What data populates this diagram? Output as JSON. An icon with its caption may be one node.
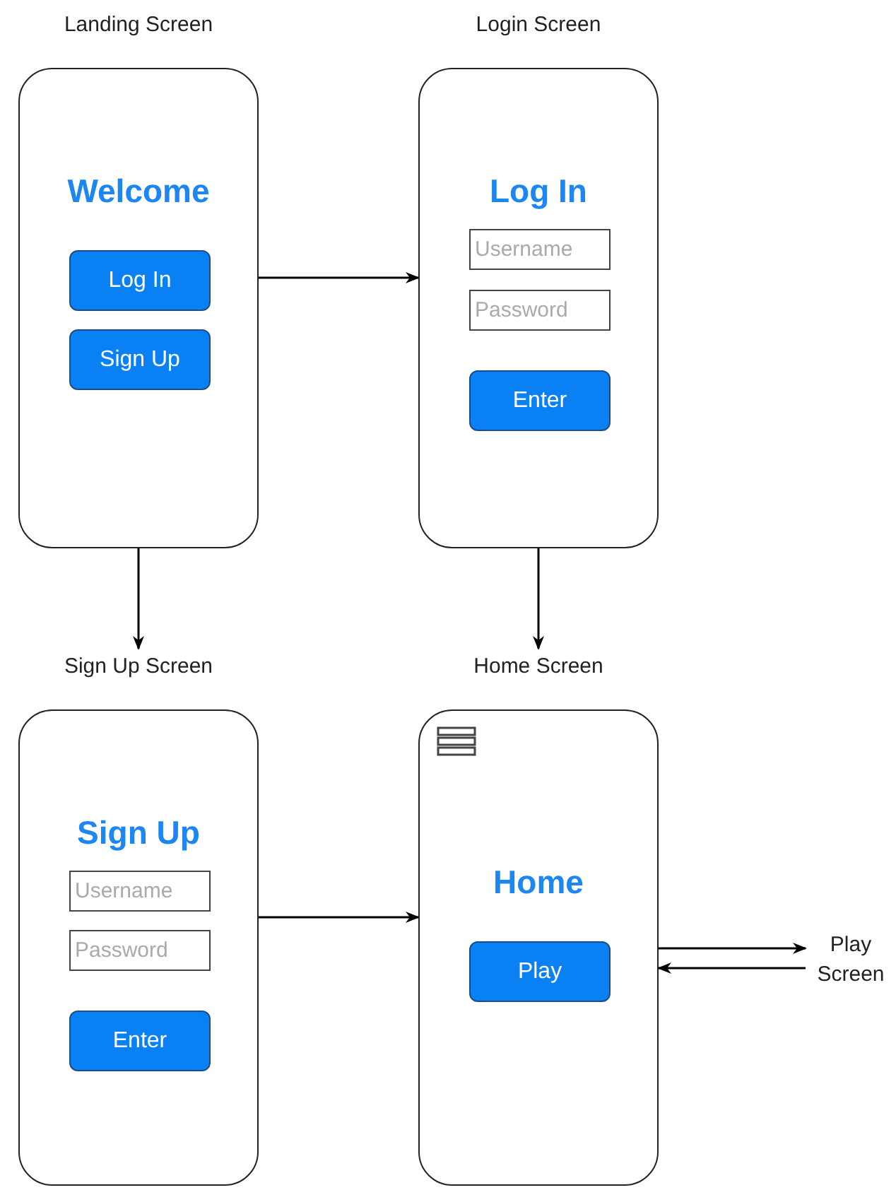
{
  "diagram": {
    "nodes": [
      {
        "text": [
          "Landing Screen",
          "Welcome"
        ]
      },
      {
        "text": [
          "Log In"
        ],
        "in": 0
      },
      {
        "text": [
          "Sign Up"
        ],
        "in": 0
      },
      {
        "text": [
          "Login Screen",
          "Log In"
        ]
      },
      {
        "text": [
          "Username"
        ],
        "in": 3
      },
      {
        "text": [
          "Password"
        ],
        "in": 3
      },
      {
        "text": [
          "Enter"
        ],
        "in": 3
      },
      {
        "text": [
          "Sign Up Screen",
          "Sign Up"
        ]
      },
      {
        "text": [
          "Username"
        ],
        "in": 7
      },
      {
        "text": [
          "Password"
        ],
        "in": 7
      },
      {
        "text": [
          "Enter"
        ],
        "in": 7
      },
      {
        "text": [
          "Home Screen",
          "Home"
        ]
      },
      {
        "text": [
          "Play"
        ],
        "in": 11
      },
      {
        "text": [
          "Play Screen"
        ]
      }
    ],
    "edges": [
      {
        "from": 0,
        "to": 3,
        "arrow": "to"
      },
      {
        "from": 0,
        "to": 7,
        "arrow": "to"
      },
      {
        "from": 3,
        "to": 11,
        "arrow": "to"
      },
      {
        "from": 7,
        "to": 11,
        "arrow": "to"
      },
      {
        "from": 11,
        "to": 13,
        "arrow": "to"
      },
      {
        "from": 13,
        "to": 11,
        "arrow": "to"
      }
    ]
  }
}
